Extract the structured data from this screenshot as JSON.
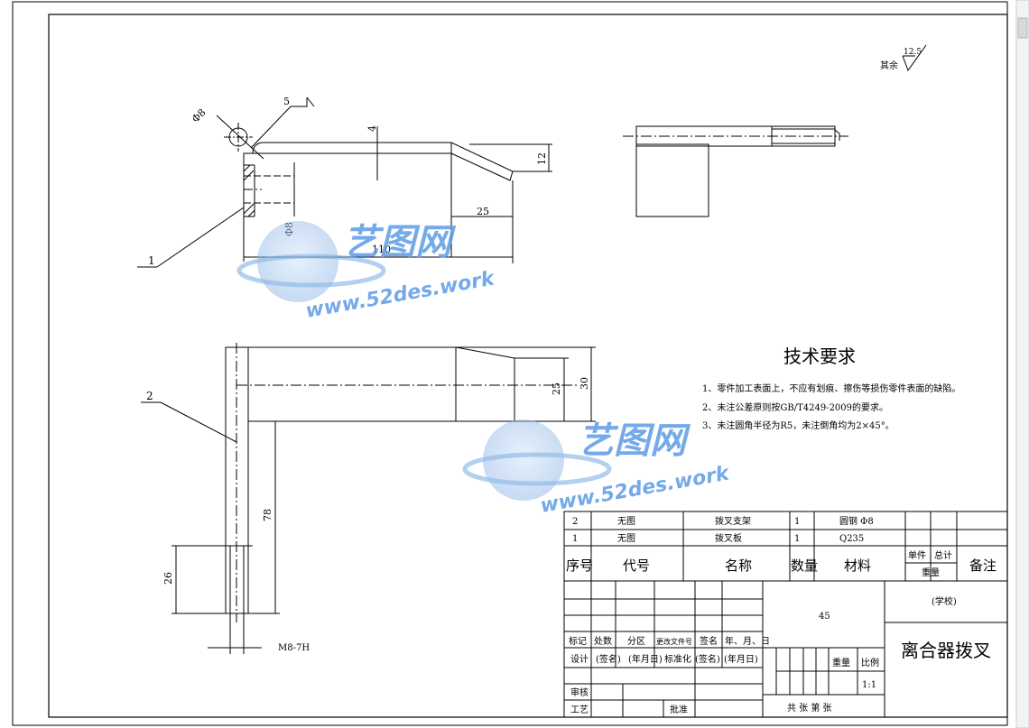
{
  "surface_roughness": {
    "label": "其余",
    "value": "12.5"
  },
  "dimensions": {
    "d_hole_top": "Φ8",
    "weld_size": "5",
    "thickness": "4",
    "height_12": "12",
    "len_25": "25",
    "d_hole_side": "Φ8",
    "len_110": "110",
    "width_25": "25",
    "width_30": "30",
    "len_78": "78",
    "len_26": "26",
    "thread": "M8-7H"
  },
  "part_callouts": [
    "1",
    "2"
  ],
  "tech_requirements": {
    "title": "技术要求",
    "items": [
      "1、零件加工表面上，不应有划痕、擦伤等损伤零件表面的缺陷。",
      "2、未注公差原则按GB/T4249-2009的要求。",
      "3、未注圆角半径为R5，未注倒角均为2×45°。"
    ]
  },
  "watermark": {
    "brand": "艺图网",
    "url": "www.52des.work"
  },
  "bom": {
    "rows": [
      {
        "no": "2",
        "code": "无图",
        "name": "拨叉支架",
        "qty": "1",
        "material": "圆钢 Φ8"
      },
      {
        "no": "1",
        "code": "无图",
        "name": "拨叉板",
        "qty": "1",
        "material": "Q235"
      }
    ],
    "header": {
      "no": "序号",
      "code": "代号",
      "name": "名称",
      "qty": "数量",
      "material": "材料",
      "unit": "单件",
      "total": "总计",
      "weight": "重量",
      "remark": "备注"
    }
  },
  "title_block": {
    "material": "45",
    "school": "(学校)",
    "drawing_name": "离合器拨叉",
    "revision_headers": [
      "标记",
      "处数",
      "分区",
      "更改文件号",
      "签名",
      "年、月、日"
    ],
    "design": "设计",
    "sign1": "(签名)",
    "date1": "(年月日)",
    "standardize": "标准化",
    "sign2": "(签名)",
    "date2": "(年月日)",
    "review": "审核",
    "process": "工艺",
    "approve": "批准",
    "weight_label": "重量",
    "scale_label": "比例",
    "scale_value": "1:1",
    "sheet_text": "共  张  第  张"
  }
}
